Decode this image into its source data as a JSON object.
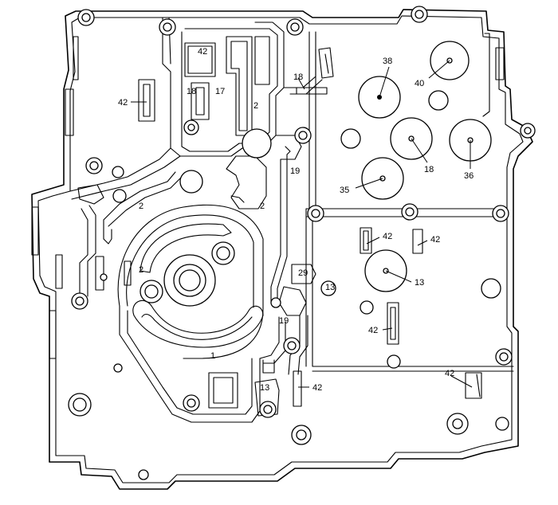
{
  "callouts": {
    "c1": "42",
    "c2": "42",
    "c3": "18",
    "c4": "17",
    "c5": "2",
    "c6": "18",
    "c7": "38",
    "c8": "40",
    "c9": "18",
    "c10": "36",
    "c11": "35",
    "c12": "2",
    "c13": "2",
    "c14": "19",
    "c15": "2",
    "c16": "42",
    "c17": "42",
    "c18": "29",
    "c19": "13",
    "c20": "13",
    "c21": "19",
    "c22": "42",
    "c23": "1",
    "c24": "13",
    "c25": "42",
    "c26": "42"
  }
}
